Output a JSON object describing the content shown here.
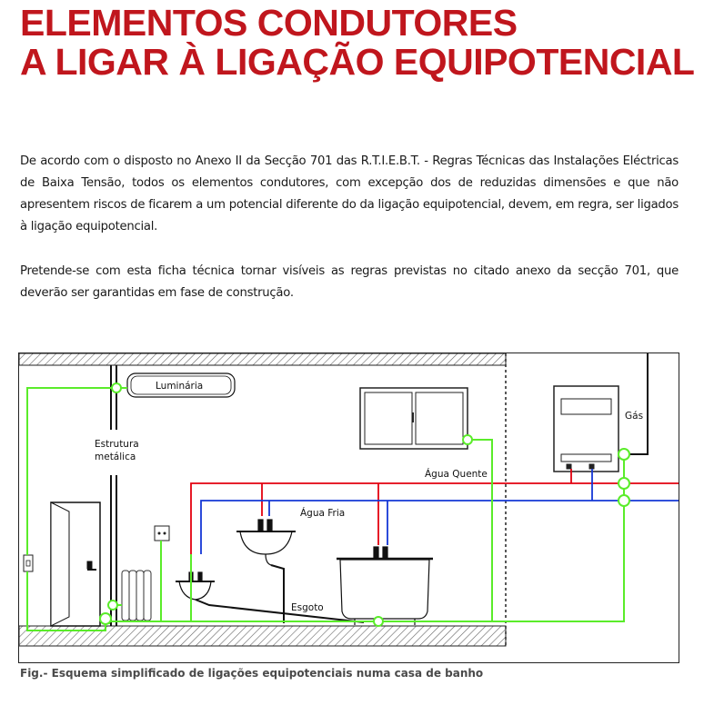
{
  "title": {
    "line1": "ELEMENTOS CONDUTORES",
    "line2": "A LIGAR À LIGAÇÃO EQUIPOTENCIAL"
  },
  "paragraphs": [
    "De acordo com o disposto no Anexo II da Secção 701 das R.T.I.E.B.T. - Regras Técnicas das Instalações Eléctricas de Baixa Tensão, todos os elementos condutores, com excepção dos de reduzidas dimensões e que não apresentem riscos de ficarem a um potencial diferente do da ligação equipotencial, devem, em regra, ser ligados à ligação equipotencial.",
    "Pretende-se com esta ficha técnica tornar visíveis as regras previstas no citado anexo da secção 701, que deverão ser garantidas em fase de construção."
  ],
  "diagram": {
    "labels": {
      "luminaria": "Luminária",
      "estrutura_line1": "Estrutura",
      "estrutura_line2": "metálica",
      "gas": "Gás",
      "agua_quente": "Água Quente",
      "agua_fria": "Água Fria",
      "esgoto": "Esgoto"
    },
    "colors": {
      "hot_water": "#e3000f",
      "cold_water": "#1437d6",
      "equipotential": "#5aec2a",
      "structure": "#111111",
      "wall_hatch": "#666666"
    }
  },
  "caption": "Fig.- Esquema simplificado de ligações equipotenciais numa casa de banho"
}
